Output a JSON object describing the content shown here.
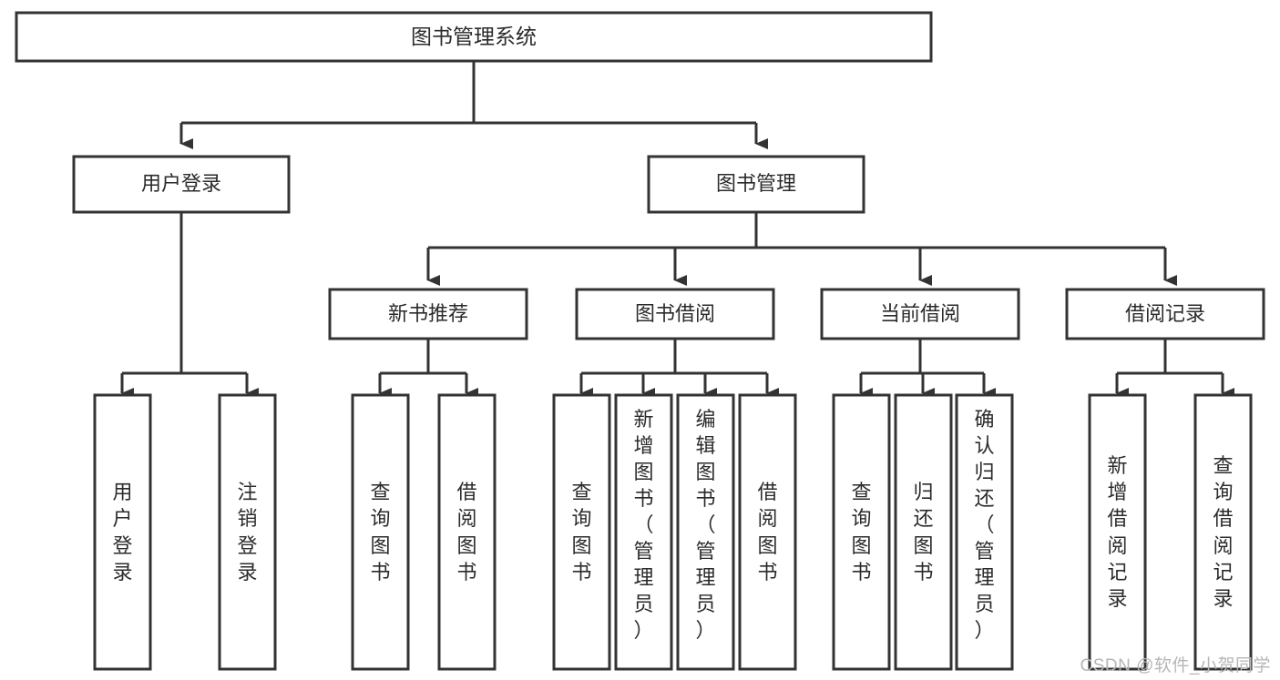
{
  "diagram": {
    "type": "tree-hierarchy",
    "title": "图书管理系统",
    "watermark": "CSDN @软件_小贺同学",
    "colors": {
      "stroke": "#333333",
      "box_fill": "#ffffff",
      "text": "#2b2b2b",
      "background": "#ffffff",
      "watermark": "#b6b6b6"
    },
    "root": {
      "label": "图书管理系统"
    },
    "level2": [
      {
        "label": "用户登录"
      },
      {
        "label": "图书管理"
      }
    ],
    "level3": [
      {
        "label": "新书推荐"
      },
      {
        "label": "图书借阅"
      },
      {
        "label": "当前借阅"
      },
      {
        "label": "借阅记录"
      }
    ],
    "leaves": {
      "user_login": [
        {
          "label": "用户登录",
          "lines": [
            "用",
            "户",
            "登",
            "录"
          ]
        },
        {
          "label": "注销登录",
          "lines": [
            "注",
            "销",
            "登",
            "录"
          ]
        }
      ],
      "new_book_recommend": [
        {
          "label": "查询图书",
          "lines": [
            "查",
            "询",
            "图",
            "书"
          ]
        },
        {
          "label": "借阅图书",
          "lines": [
            "借",
            "阅",
            "图",
            "书"
          ]
        }
      ],
      "book_borrow": [
        {
          "label": "查询图书",
          "lines": [
            "查",
            "询",
            "图",
            "书"
          ]
        },
        {
          "label": "新增图书（管理员）",
          "lines": [
            "新",
            "增",
            "图",
            "书",
            "（",
            "管",
            "理",
            "员",
            "）"
          ]
        },
        {
          "label": "编辑图书（管理员）",
          "lines": [
            "编",
            "辑",
            "图",
            "书",
            "（",
            "管",
            "理",
            "员",
            "）"
          ]
        },
        {
          "label": "借阅图书",
          "lines": [
            "借",
            "阅",
            "图",
            "书"
          ]
        }
      ],
      "current_borrow": [
        {
          "label": "查询图书",
          "lines": [
            "查",
            "询",
            "图",
            "书"
          ]
        },
        {
          "label": "归还图书",
          "lines": [
            "归",
            "还",
            "图",
            "书"
          ]
        },
        {
          "label": "确认归还（管理员）",
          "lines": [
            "确",
            "认",
            "归",
            "还",
            "（",
            "管",
            "理",
            "员",
            "）"
          ]
        }
      ],
      "borrow_record": [
        {
          "label": "新增借阅记录",
          "lines": [
            "新",
            "增",
            "借",
            "阅",
            "记",
            "录"
          ]
        },
        {
          "label": "查询借阅记录",
          "lines": [
            "查",
            "询",
            "借",
            "阅",
            "记",
            "录"
          ]
        }
      ]
    }
  }
}
